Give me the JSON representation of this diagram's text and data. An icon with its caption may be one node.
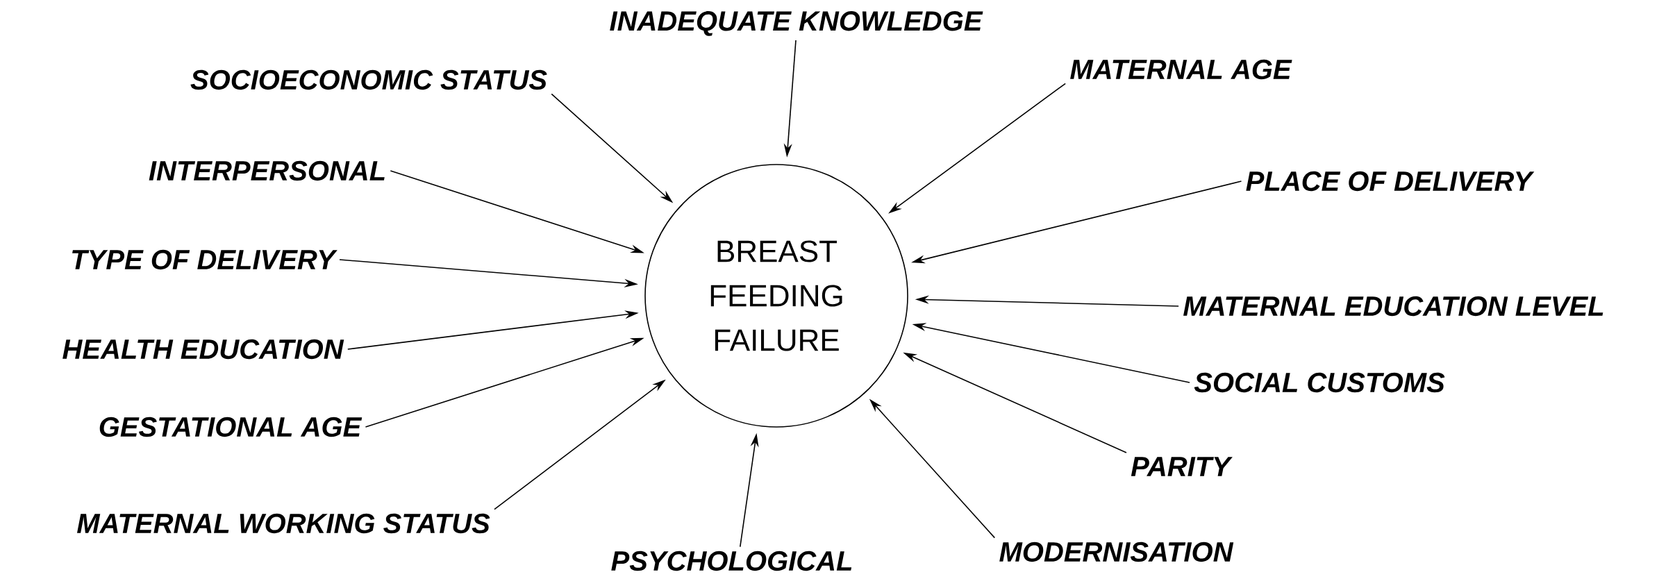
{
  "diagram": {
    "nodes": [
      {
        "text": [
          "BREAST FEEDING FAILURE"
        ]
      },
      {
        "text": [
          "INADEQUATE KNOWLEDGE"
        ]
      },
      {
        "text": [
          "SOCIOECONOMIC STATUS"
        ]
      },
      {
        "text": [
          "MATERNAL AGE"
        ]
      },
      {
        "text": [
          "INTERPERSONAL"
        ]
      },
      {
        "text": [
          "PLACE OF DELIVERY"
        ]
      },
      {
        "text": [
          "TYPE OF DELIVERY"
        ]
      },
      {
        "text": [
          "MATERNAL EDUCATION LEVEL"
        ]
      },
      {
        "text": [
          "HEALTH EDUCATION"
        ]
      },
      {
        "text": [
          "SOCIAL CUSTOMS"
        ]
      },
      {
        "text": [
          "GESTATIONAL AGE"
        ]
      },
      {
        "text": [
          "PARITY"
        ]
      },
      {
        "text": [
          "MATERNAL WORKING STATUS"
        ]
      },
      {
        "text": [
          "PSYCHOLOGICAL"
        ]
      },
      {
        "text": [
          "MODERNISATION"
        ]
      }
    ],
    "edges": [
      {
        "from": 1,
        "to": 0,
        "arrow": "to"
      },
      {
        "from": 2,
        "to": 0,
        "arrow": "to"
      },
      {
        "from": 3,
        "to": 0,
        "arrow": "to"
      },
      {
        "from": 4,
        "to": 0,
        "arrow": "to"
      },
      {
        "from": 5,
        "to": 0,
        "arrow": "to"
      },
      {
        "from": 6,
        "to": 0,
        "arrow": "to"
      },
      {
        "from": 7,
        "to": 0,
        "arrow": "to"
      },
      {
        "from": 8,
        "to": 0,
        "arrow": "to"
      },
      {
        "from": 9,
        "to": 0,
        "arrow": "to"
      },
      {
        "from": 10,
        "to": 0,
        "arrow": "to"
      },
      {
        "from": 11,
        "to": 0,
        "arrow": "to"
      },
      {
        "from": 12,
        "to": 0,
        "arrow": "to"
      },
      {
        "from": 13,
        "to": 0,
        "arrow": "to"
      },
      {
        "from": 14,
        "to": 0,
        "arrow": "to"
      }
    ]
  }
}
